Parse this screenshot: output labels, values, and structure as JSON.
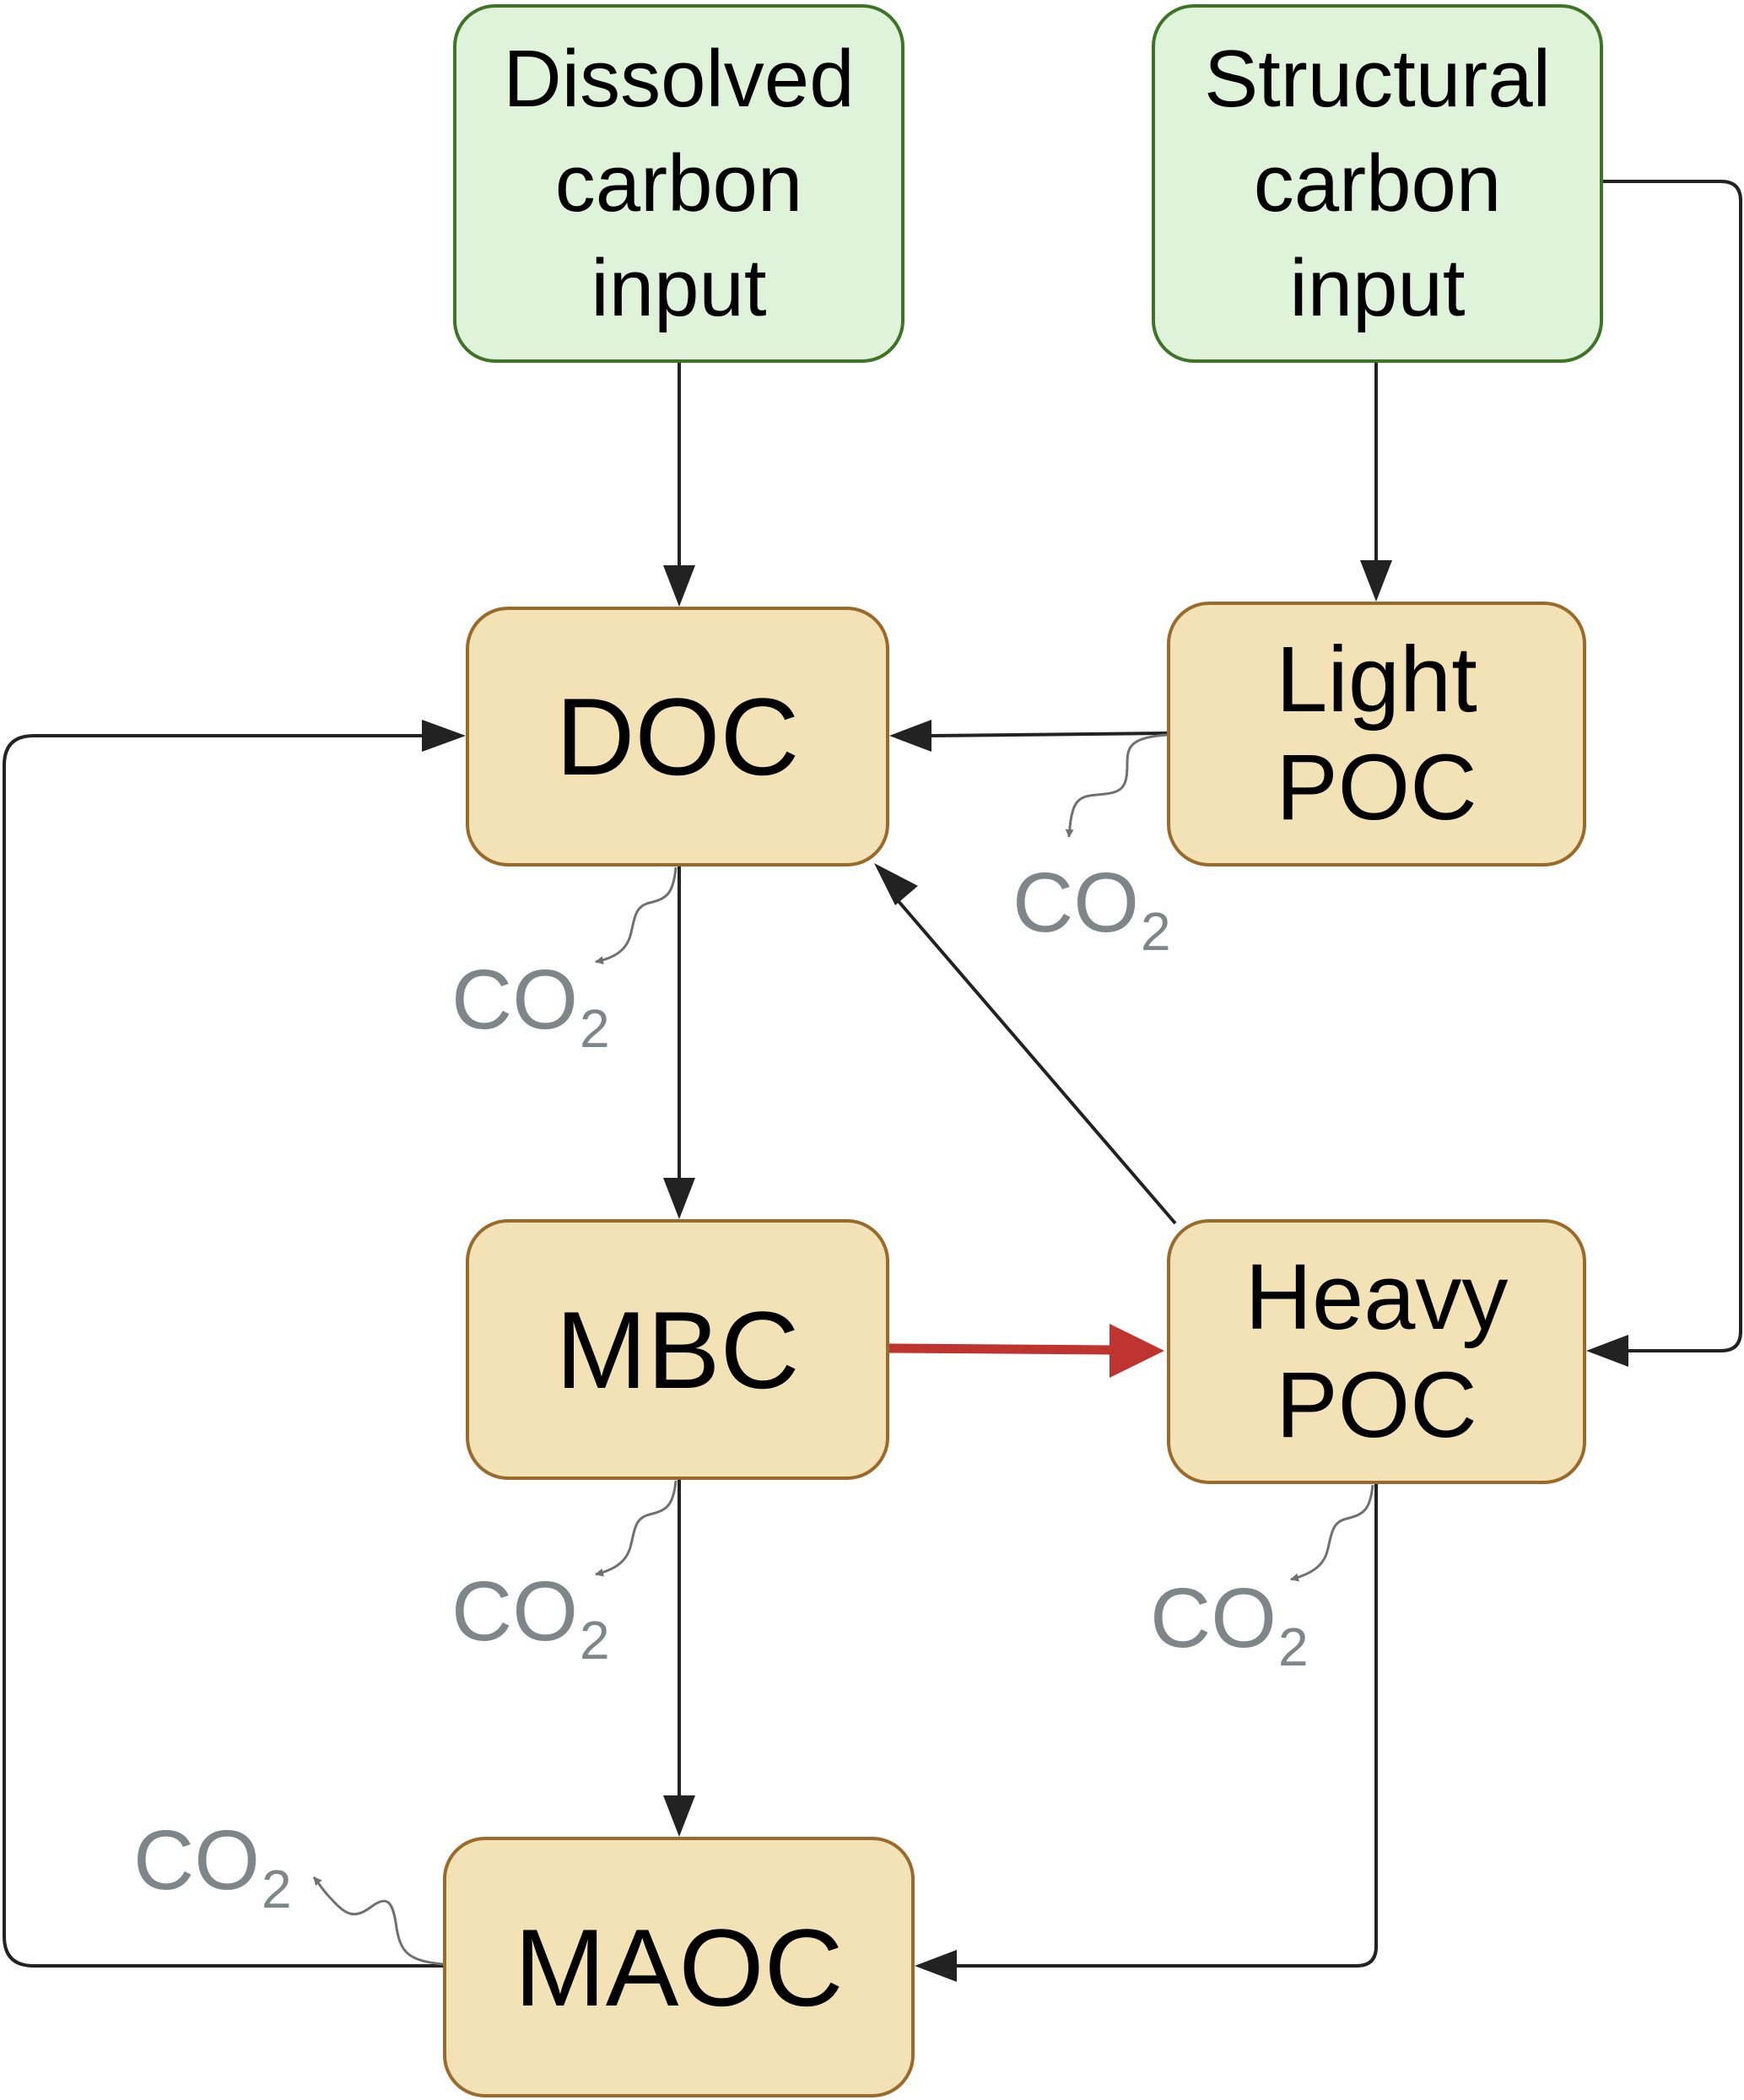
{
  "diagram": {
    "inputs": {
      "dissolved": {
        "lines": [
          "Dissolved",
          "carbon",
          "input"
        ]
      },
      "structural": {
        "lines": [
          "Structural",
          "carbon",
          "input"
        ]
      }
    },
    "pools": {
      "doc": {
        "label": "DOC"
      },
      "light_poc": {
        "lines": [
          "Light",
          "POC"
        ]
      },
      "mbc": {
        "label": "MBC"
      },
      "heavy_poc": {
        "lines": [
          "Heavy",
          "POC"
        ]
      },
      "maoc": {
        "label": "MAOC"
      }
    },
    "co2": {
      "base": "CO",
      "subscript": "2"
    },
    "flows": [
      {
        "from": "Dissolved carbon input",
        "to": "DOC",
        "color": "#222222"
      },
      {
        "from": "Structural carbon input",
        "to": "Light POC",
        "color": "#222222"
      },
      {
        "from": "Structural carbon input",
        "to": "Heavy POC",
        "color": "#222222"
      },
      {
        "from": "Light POC",
        "to": "DOC",
        "color": "#222222"
      },
      {
        "from": "Heavy POC",
        "to": "DOC",
        "color": "#222222"
      },
      {
        "from": "DOC",
        "to": "MBC",
        "color": "#222222"
      },
      {
        "from": "MBC",
        "to": "Heavy POC",
        "color": "#c0342f",
        "highlighted": true
      },
      {
        "from": "MBC",
        "to": "MAOC",
        "color": "#222222"
      },
      {
        "from": "Heavy POC",
        "to": "MAOC",
        "color": "#222222"
      },
      {
        "from": "MAOC",
        "to": "DOC",
        "color": "#222222"
      }
    ],
    "respiration_sources": [
      "Light POC",
      "DOC",
      "MBC",
      "Heavy POC",
      "MAOC"
    ],
    "colors": {
      "input_fill": "#dff3da",
      "input_border": "#3f7428",
      "pool_fill": "#f2e2b5",
      "pool_border": "#9a6a2a",
      "arrow": "#222222",
      "highlight_arrow": "#c0342f",
      "co2_text": "#7f868a",
      "co2_arrow": "#707070"
    }
  }
}
